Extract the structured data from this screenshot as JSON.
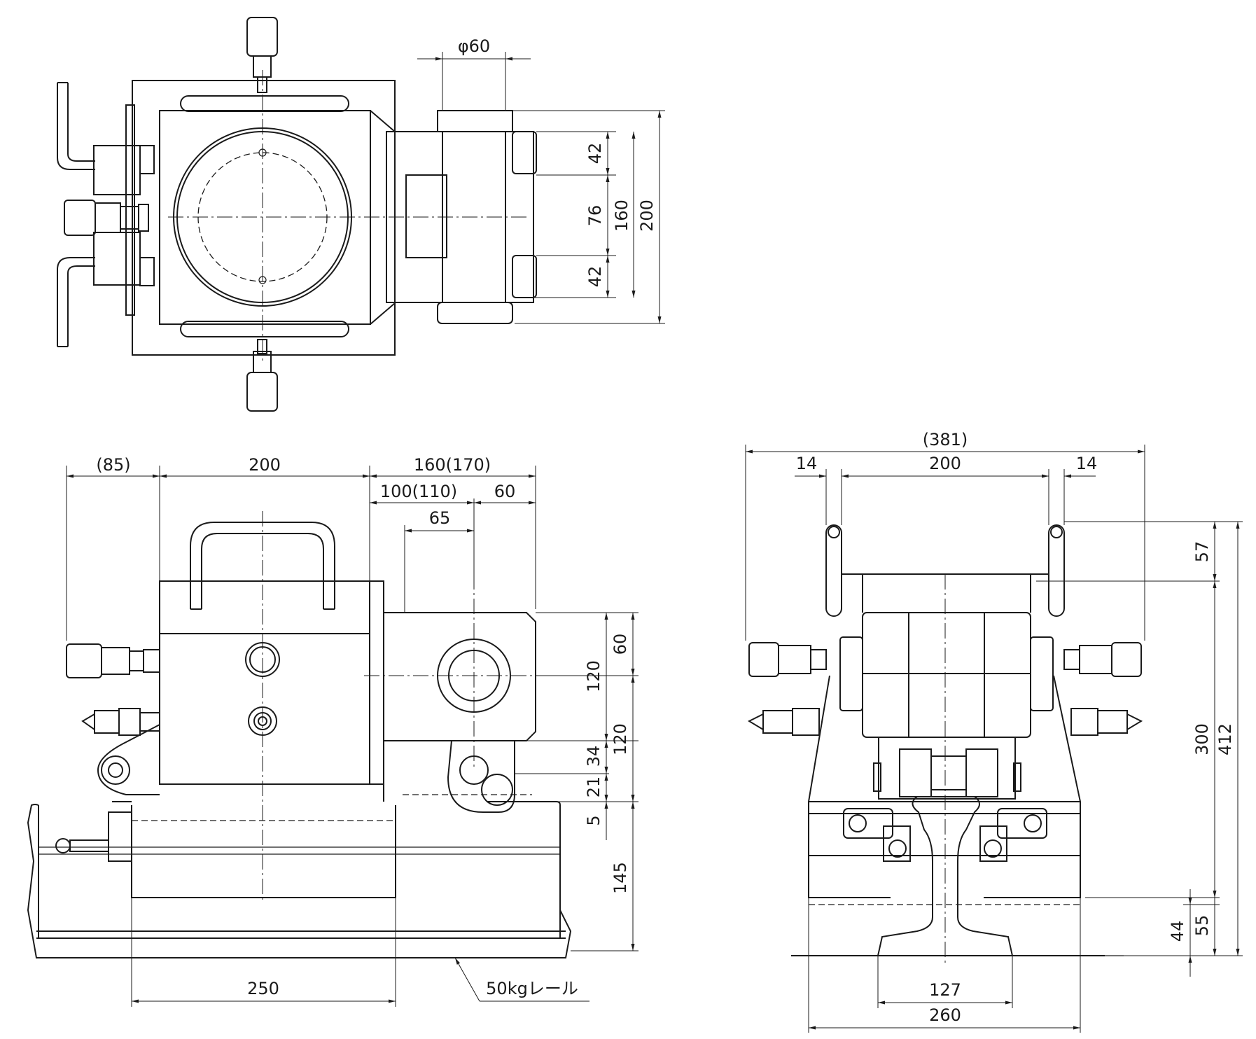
{
  "top_view": {
    "dia_label": "φ60",
    "dims_v": [
      "42",
      "76",
      "42",
      "160",
      "200"
    ]
  },
  "front_view": {
    "dims_top": [
      "(85)",
      "200",
      "160(170)",
      "100(110)",
      "60",
      "65"
    ],
    "dims_right": [
      "120",
      "60",
      "120",
      "34",
      "21",
      "5",
      "145"
    ],
    "dim_bottom": "250",
    "rail_label": "50kgレール"
  },
  "side_view": {
    "dims_top": [
      "(381)",
      "14",
      "200",
      "14"
    ],
    "dims_right": [
      "57",
      "300",
      "412",
      "44",
      "55"
    ],
    "dims_bottom": [
      "127",
      "260"
    ]
  }
}
